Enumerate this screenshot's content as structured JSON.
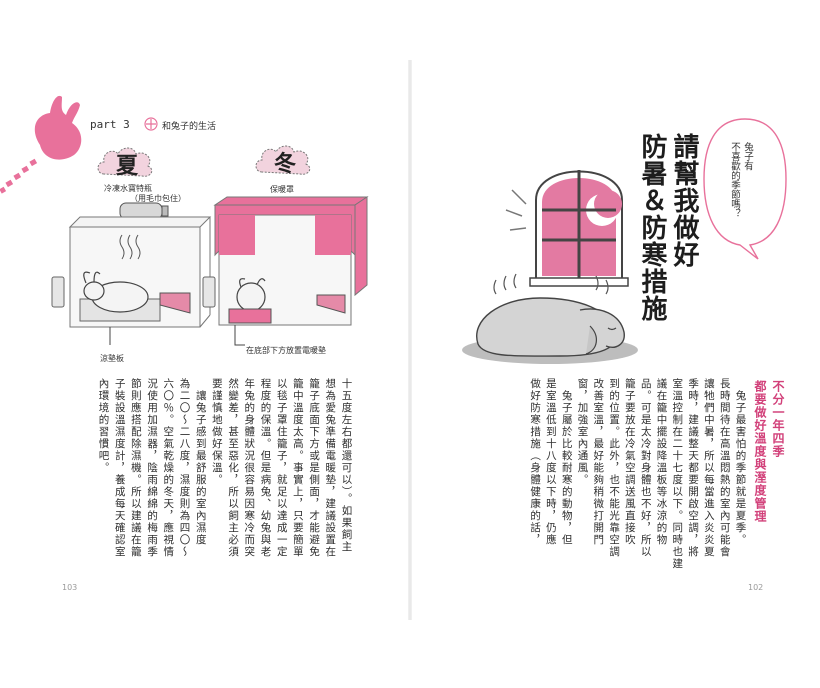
{
  "left_page": {
    "header": {
      "part": "part 3",
      "section": "和兔子的生活"
    },
    "summer": {
      "season": "夏",
      "label_bottle": "冷凍水寶特瓶",
      "label_bottle_note": "（用毛巾包住）",
      "label_mat": "涼墊板"
    },
    "winter": {
      "season": "冬",
      "label_blanket": "保暖罩",
      "label_heater": "在底部下方放置電暖墊"
    },
    "body_columns": [
      "十五度左右都還可以）。如果飼主",
      "想為愛兔準備電暖墊，建議設置在",
      "籠子底面下方或是側面，才能避免",
      "籠中溫度太高。事實上，只要簡單",
      "以毯子罩住籠子，就足以達成一定",
      "程度的保溫。但是病兔、幼兔與老",
      "年兔的身體狀況很容易因寒冷而突",
      "然變差，甚至惡化，所以飼主必須",
      "要謹慎地做好保溫。",
      "　讓兔子感到最舒服的室內濕度",
      "為二〇～二八度，濕度則為四〇～",
      "六〇％。空氣乾燥的冬天，應視情",
      "況使用加濕器，陰雨綿綿的梅雨季",
      "節則應搭配除濕機。所以建議在籠",
      "子裝設溫濕度計，養成每天確認室",
      "內環境的習慣吧。"
    ],
    "page_number": "103"
  },
  "right_page": {
    "bubble_text": "兔子有\n不喜歡的季節嗎？",
    "title_col1": "請幫我做好",
    "title_col2": "防暑＆防寒措施",
    "heading_col1": "不分一年四季",
    "heading_col2": "都要做好溫度與溼度管理",
    "body_columns": [
      "　兔子最害怕的季節就是夏季。",
      "長時間待在高溫悶熱的室內可能會",
      "讓牠們中暑，所以每當進入炎炎夏",
      "季時，建議整天都要開啟空調，將",
      "室溫控制在二十七度以下。同時也建",
      "議在籠中擺設降溫板等冰涼的物",
      "品。可是太冷對身體也不好，所以",
      "籠子要放在冷氣空調送風直接吹",
      "到的位置。此外，也不能光靠空調",
      "改善室溫，最好能夠稍微打開門",
      "窗，加強室內通風。",
      "　兔子屬於比較耐寒的動物，但",
      "是室溫低到十八度以下時，仍應",
      "做好防寒措施（身體健康的話，"
    ],
    "page_number": "102"
  },
  "colors": {
    "accent_pink": "#e8719b",
    "heading_pink": "#d2417a",
    "window_pink": "#e37aa2"
  }
}
